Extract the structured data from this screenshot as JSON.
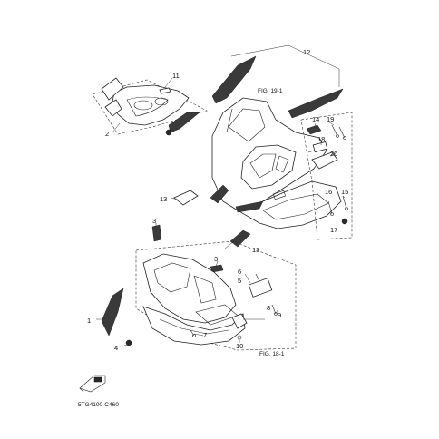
{
  "callouts": {
    "c1": "1",
    "c2": "2",
    "c3a": "3",
    "c3b": "3",
    "c4": "4",
    "c5": "5",
    "c6": "6",
    "c7": "7",
    "c8": "8",
    "c9": "9",
    "c10": "10",
    "c11": "11",
    "c12": "12",
    "c13a": "13",
    "c13b": "13",
    "c14": "14",
    "c15": "15",
    "c16": "16",
    "c17": "17",
    "c18": "18",
    "c19": "19",
    "c20": "20"
  },
  "figure_refs": {
    "rear": "FIG. 19-1",
    "front": "FIG. 18-1"
  },
  "catalog_code": "5TG4100-C460",
  "colors": {
    "line": "#222222",
    "decal": "#3a3a3a",
    "background": "#ffffff"
  },
  "icons": {
    "front_arrow": "front-direction-icon"
  }
}
